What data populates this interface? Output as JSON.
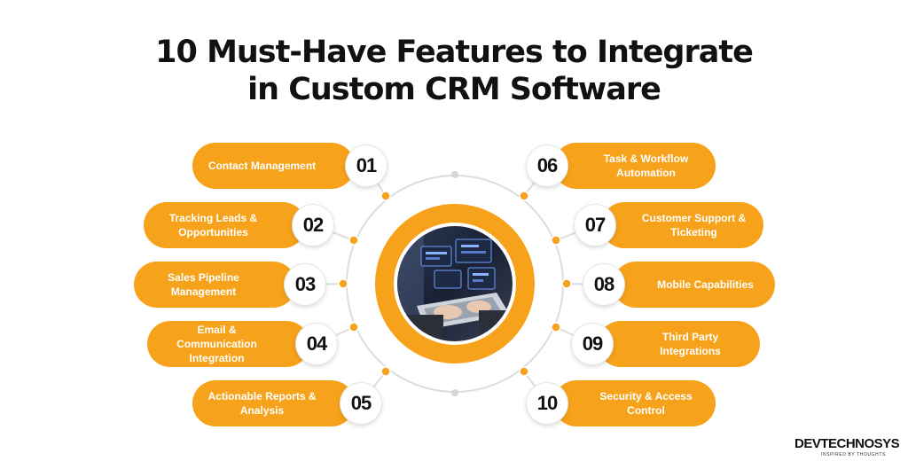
{
  "title": {
    "line1": "10 Must-Have Features to Integrate",
    "line2": "in Custom CRM Software"
  },
  "features": [
    {
      "number": "01",
      "label": "Contact Management"
    },
    {
      "number": "02",
      "label": "Tracking Leads &\nOpportunities"
    },
    {
      "number": "03",
      "label": "Sales Pipeline\nManagement"
    },
    {
      "number": "04",
      "label": "Email & Communication\nIntegration"
    },
    {
      "number": "05",
      "label": "Actionable Reports &\nAnalysis"
    },
    {
      "number": "06",
      "label": "Task & Workflow\nAutomation"
    },
    {
      "number": "07",
      "label": "Customer Support &\nTicketing"
    },
    {
      "number": "08",
      "label": "Mobile Capabilities"
    },
    {
      "number": "09",
      "label": "Third Party Integrations"
    },
    {
      "number": "10",
      "label": "Security & Access\nControl"
    }
  ],
  "logo": {
    "brand": "DEVTECHNOSYS",
    "tagline": "INSPIRED BY THOUGHTS"
  },
  "colors": {
    "accent": "#f7a21b",
    "ring": "#dddddd",
    "text": "#111111"
  },
  "icons": {
    "center": "crm-dashboard-laptop-photo-icon"
  }
}
